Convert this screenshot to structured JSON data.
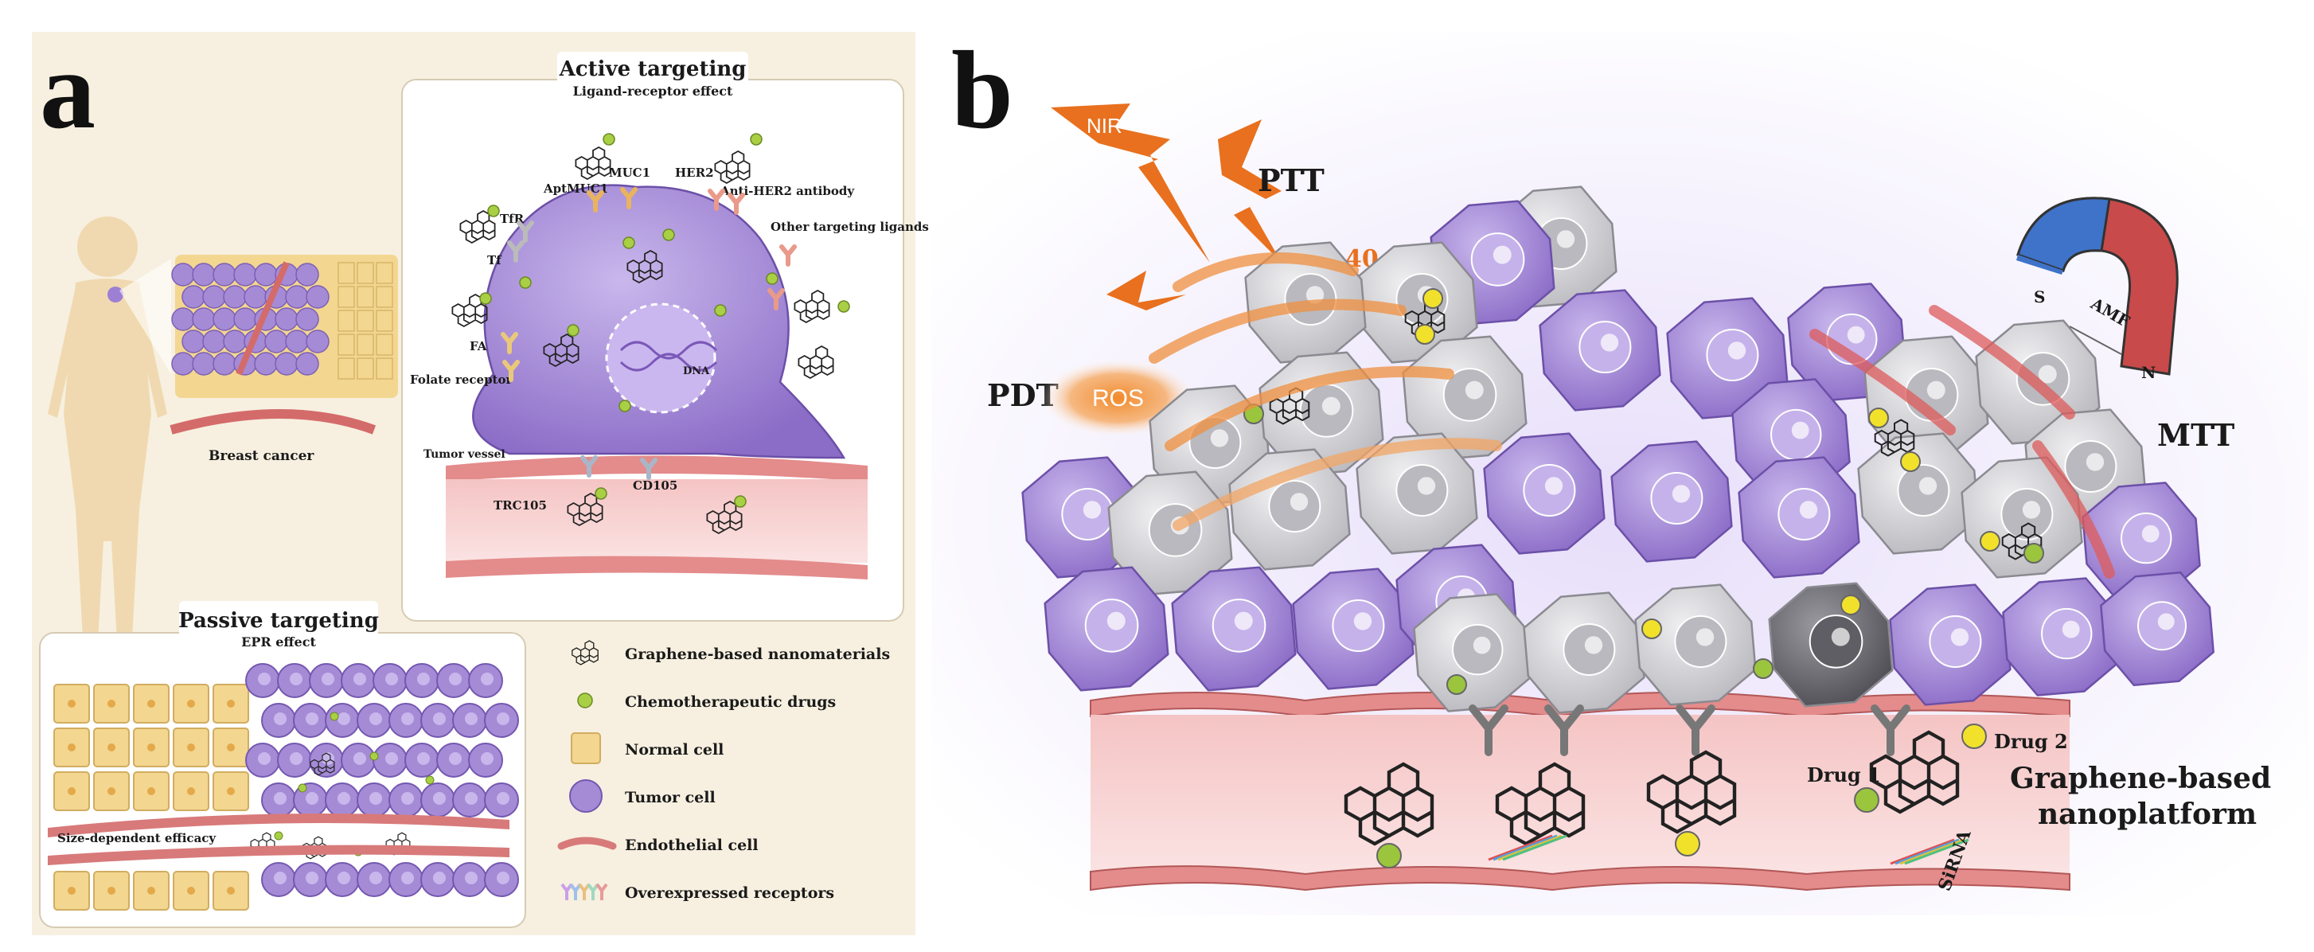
{
  "panel_a": {
    "letter": "a",
    "active_targeting": {
      "title": "Active targeting",
      "subtitle": "Ligand-receptor effect",
      "labels": {
        "aptmuc1": "AptMUC1",
        "muc1": "MUC1",
        "her2": "HER2",
        "anti_her2": "Anti-HER2 antibody",
        "tfr": "TfR",
        "tf": "Tf",
        "other_ligands": "Other targeting ligands",
        "fa": "FA",
        "folate_receptor": "Folate receptor",
        "dna": "DNA",
        "tumor_vessel": "Tumor vessel",
        "trc105": "TRC105",
        "cd105": "CD105"
      }
    },
    "breast_cancer_label": "Breast cancer",
    "passive_targeting": {
      "title": "Passive targeting",
      "subtitle": "EPR effect",
      "size_label": "Size-dependent efficacy"
    },
    "legend": [
      {
        "icon": "graphene-icon",
        "label": "Graphene-based nanomaterials"
      },
      {
        "icon": "drug-dot-icon",
        "label": "Chemotherapeutic drugs"
      },
      {
        "icon": "normal-cell-icon",
        "label": "Normal cell"
      },
      {
        "icon": "tumor-cell-icon",
        "label": "Tumor cell"
      },
      {
        "icon": "endothelial-cell-icon",
        "label": "Endothelial cell"
      },
      {
        "icon": "receptor-icon",
        "label": "Overexpressed receptors"
      }
    ]
  },
  "panel_b": {
    "letter": "b",
    "nir": "NIR",
    "ptt": "PTT",
    "temp": "40 °C",
    "pdt": "PDT",
    "ros": "ROS",
    "mtt": "MTT",
    "amf": "AMF",
    "magnet_s": "S",
    "magnet_n": "N",
    "drug1": "Drug 1",
    "drug2": "Drug 2",
    "sirna": "SiRNA",
    "platform_line1": "Graphene-based",
    "platform_line2": "nanoplatform"
  },
  "colors": {
    "panel_bg": "#f7f0e0",
    "tumor_cell": "#a98fd6",
    "tumor_cell_dark": "#7e62b8",
    "normal_cell": "#f3d690",
    "vessel": "#e79a9a",
    "grey_cell": "#d4d4d8",
    "orange": "#e8701e",
    "drug_green": "#9bc53d",
    "drug_yellow": "#f2e12b",
    "magnet_blue": "#3e73c9",
    "magnet_red": "#c94a4a"
  }
}
